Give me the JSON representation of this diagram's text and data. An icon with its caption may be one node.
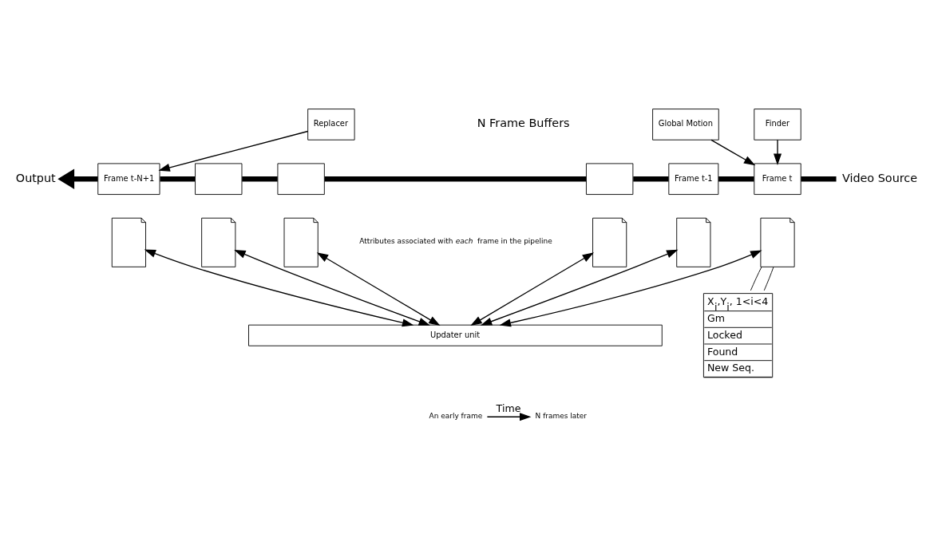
{
  "diagram": {
    "nodes": [
      {
        "text": [
          "Replacer"
        ]
      },
      {
        "text": [
          "Global Motion"
        ]
      },
      {
        "text": [
          "Finder"
        ]
      },
      {
        "text": [
          "Frame t-N+1"
        ]
      },
      {
        "text": [],
        "shape": "box"
      },
      {
        "text": [],
        "shape": "box"
      },
      {
        "text": [],
        "shape": "box"
      },
      {
        "text": [
          "Frame t-1"
        ]
      },
      {
        "text": [
          "Frame t"
        ]
      },
      {
        "text": [
          "Output"
        ]
      },
      {
        "text": [
          "Video Source"
        ]
      },
      {
        "text": [],
        "shape": "document"
      },
      {
        "text": [],
        "shape": "document"
      },
      {
        "text": [],
        "shape": "document"
      },
      {
        "text": [],
        "shape": "document"
      },
      {
        "text": [],
        "shape": "document"
      },
      {
        "text": [],
        "shape": "document"
      },
      {
        "text": [
          "Updater unit"
        ]
      },
      {
        "text": [
          "An early frame"
        ]
      },
      {
        "text": [
          "N frames later"
        ]
      },
      {
        "text": [
          "X$_{i}$,Y$_{i}$, 1<i<4",
          "Gm",
          "Locked",
          "Found",
          "New Seq."
        ]
      }
    ],
    "edges": [
      {
        "from": 0,
        "to": 3,
        "arrow": "to"
      },
      {
        "from": 1,
        "to": 8,
        "arrow": "to"
      },
      {
        "from": 2,
        "to": 8,
        "arrow": "to"
      },
      {
        "from": 3,
        "to": 9,
        "arrow": "to",
        "style": "thick"
      },
      {
        "from": 3,
        "to": 4,
        "arrow": "none",
        "style": "thick"
      },
      {
        "from": 4,
        "to": 5,
        "arrow": "none",
        "style": "thick"
      },
      {
        "from": 5,
        "to": 6,
        "arrow": "none",
        "style": "thick"
      },
      {
        "from": 6,
        "to": 7,
        "arrow": "none",
        "style": "thick"
      },
      {
        "from": 7,
        "to": 8,
        "arrow": "none",
        "style": "thick"
      },
      {
        "from": 8,
        "to": 10,
        "arrow": "none",
        "style": "thick"
      },
      {
        "from": 11,
        "to": 17,
        "arrow": "both"
      },
      {
        "from": 12,
        "to": 17,
        "arrow": "both"
      },
      {
        "from": 13,
        "to": 17,
        "arrow": "both"
      },
      {
        "from": 14,
        "to": 17,
        "arrow": "both"
      },
      {
        "from": 15,
        "to": 17,
        "arrow": "both"
      },
      {
        "from": 16,
        "to": 17,
        "arrow": "both"
      },
      {
        "from": 16,
        "to": 20,
        "arrow": "none"
      },
      {
        "from": 16,
        "to": 20,
        "arrow": "none"
      },
      {
        "from": 18,
        "to": 19,
        "arrow": "to",
        "label": "Time"
      }
    ],
    "labels": [
      "N Frame Buffers",
      "Attributes associated with *each* frame in the pipeline"
    ]
  }
}
